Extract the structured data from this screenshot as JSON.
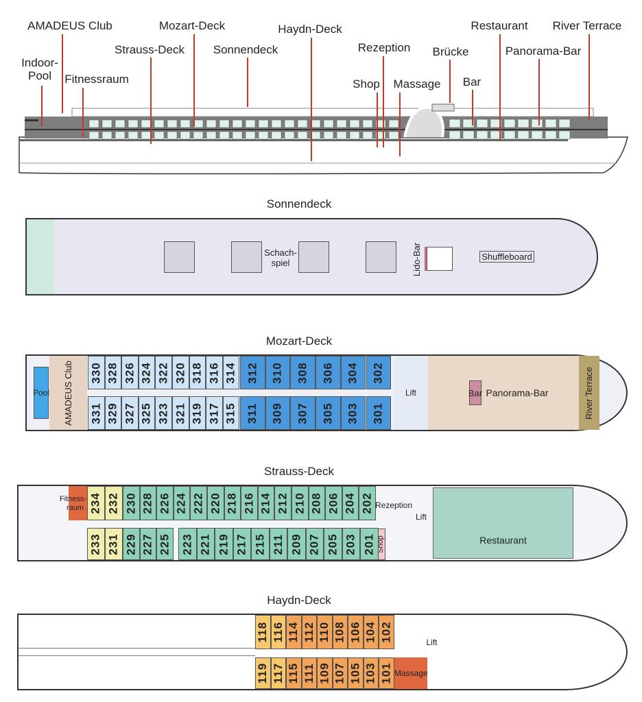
{
  "side_view": {
    "labels": [
      "AMADEUS Club",
      "Indoor-",
      "Pool",
      "Fitnessraum",
      "Strauss-Deck",
      "Mozart-Deck",
      "Sonnendeck",
      "Haydn-Deck",
      "Rezeption",
      "Shop",
      "Massage",
      "Brücke",
      "Bar",
      "Restaurant",
      "Panorama-Bar",
      "River Terrace"
    ]
  },
  "sonnendeck": {
    "title": "Sonnendeck",
    "chess": "Schach-",
    "chess2": "spiel",
    "lido": "Lido-Bar",
    "shuffle": "Shuffleboard"
  },
  "mozart": {
    "title": "Mozart-Deck",
    "pool": "Pool",
    "club": "AMADEUS Club",
    "lift": "Lift",
    "bar": "Bar",
    "panorama": "Panorama-Bar",
    "river": "River Terrace",
    "top_light": [
      "330",
      "328",
      "326",
      "324",
      "322",
      "320",
      "318",
      "316",
      "314"
    ],
    "top_dark": [
      "312",
      "310",
      "308",
      "306",
      "304",
      "302"
    ],
    "bot_light": [
      "331",
      "329",
      "327",
      "325",
      "323",
      "321",
      "319",
      "317",
      "315"
    ],
    "bot_dark": [
      "311",
      "309",
      "307",
      "305",
      "303",
      "301"
    ]
  },
  "strauss": {
    "title": "Strauss-Deck",
    "fitness": "Fitness-",
    "fitness2": "raum",
    "rezeption": "Rezeption",
    "lift": "Lift",
    "shop": "Shop",
    "restaurant": "Restaurant",
    "top_yellow": [
      "234",
      "232"
    ],
    "top_green": [
      "230",
      "228",
      "226",
      "224",
      "222",
      "220",
      "218",
      "216",
      "214",
      "212",
      "210",
      "208",
      "206",
      "204",
      "202"
    ],
    "bot_yellow": [
      "233",
      "231"
    ],
    "bot_green_a": [
      "229",
      "227",
      "225"
    ],
    "bot_green_b": [
      "223",
      "221",
      "219",
      "217",
      "215",
      "211",
      "209",
      "207",
      "205",
      "203",
      "201"
    ]
  },
  "haydn": {
    "title": "Haydn-Deck",
    "lift": "Lift",
    "massage": "Massage",
    "top_light": [
      "118",
      "116"
    ],
    "top_dark": [
      "114",
      "112",
      "110",
      "108",
      "106",
      "104",
      "102"
    ],
    "bot_light": [
      "119",
      "117"
    ],
    "bot_dark": [
      "115",
      "111",
      "109",
      "107",
      "105",
      "103",
      "101"
    ]
  },
  "colors": {
    "mozart_light": "#cfe5f7",
    "mozart_dark": "#4b98dc",
    "strauss_green": "#8fd1b9",
    "strauss_yellow": "#f2eeb0",
    "red": "#e0683f",
    "haydn_light": "#f8c86e",
    "haydn_dark": "#f2a45a"
  }
}
